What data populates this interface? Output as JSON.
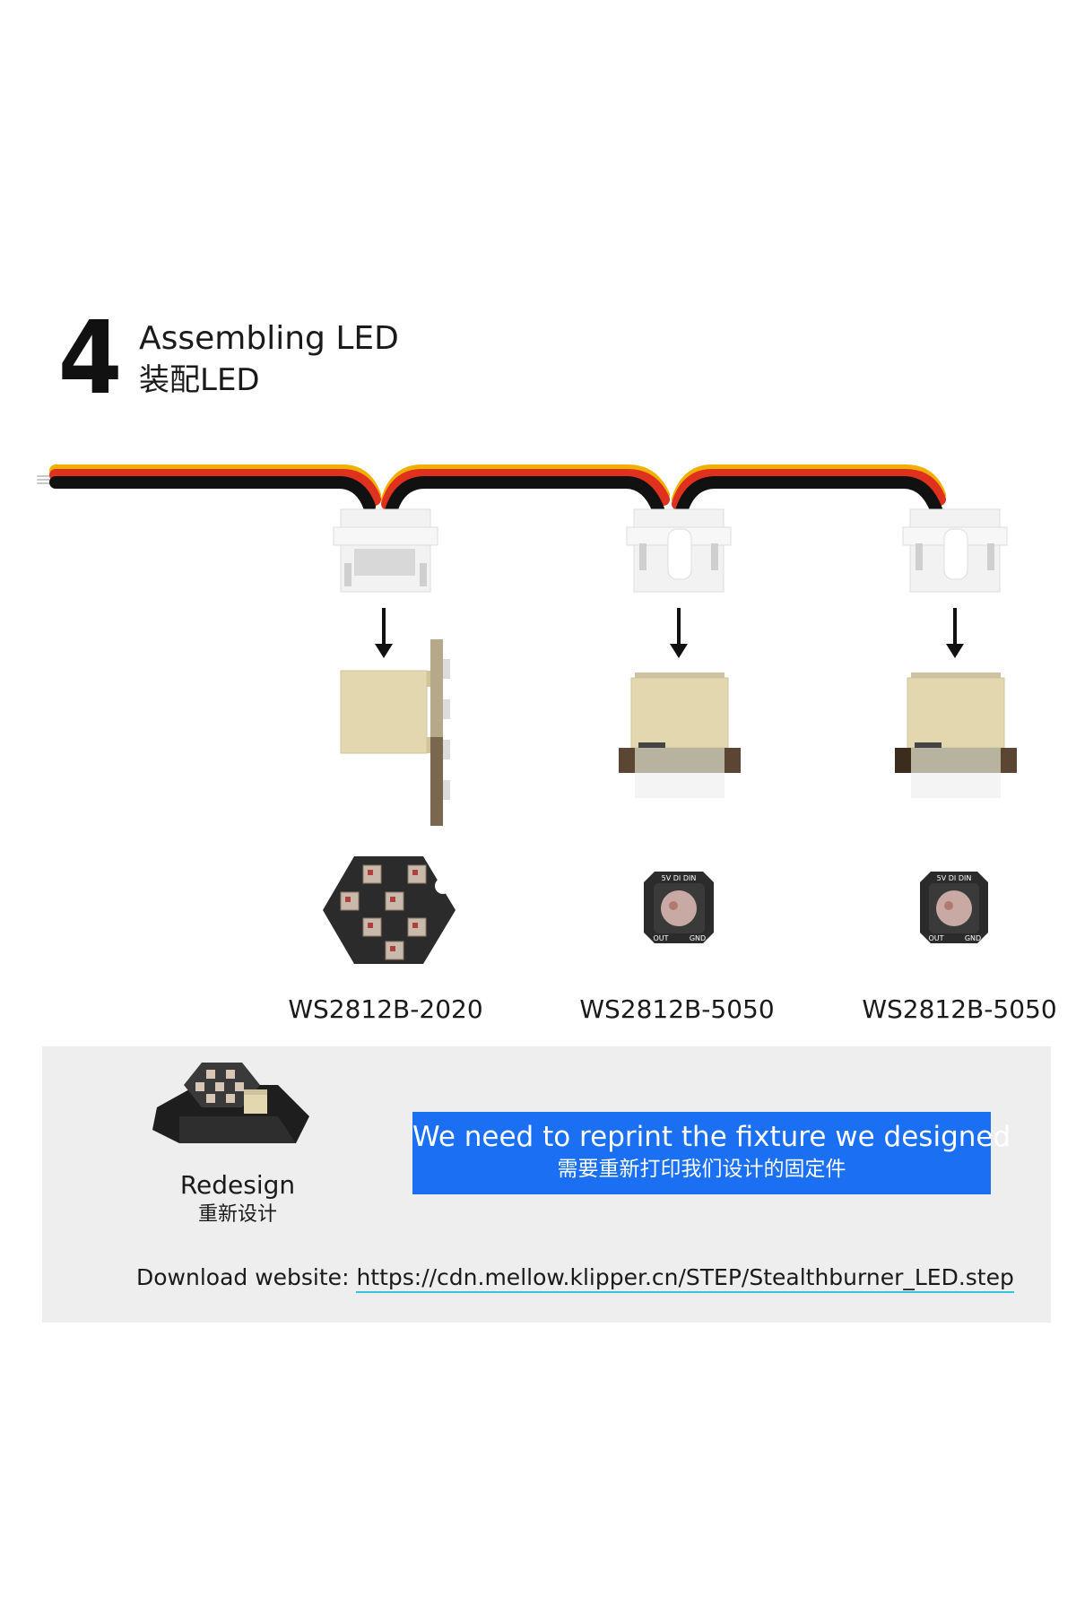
{
  "step": {
    "number": "4",
    "title_en": "Assembling LED",
    "title_zh": "装配LED"
  },
  "leds": [
    {
      "label": "WS2812B-2020"
    },
    {
      "label": "WS2812B-5050"
    },
    {
      "label": "WS2812B-5050"
    }
  ],
  "board_markings": {
    "top": "5V DI DIN",
    "bottom_left": "OUT",
    "bottom_right": "GND"
  },
  "redesign": {
    "label_en": "Redesign",
    "label_zh": "重新设计"
  },
  "notice": {
    "text_en": "We need to reprint the fixture we designed",
    "text_zh": "需要重新打印我们设计的固定件"
  },
  "download": {
    "label": "Download website: ",
    "url": "https://cdn.mellow.klipper.cn/STEP/Stealthburner_LED.step"
  },
  "colors": {
    "wire_black": "#111111",
    "wire_red": "#e0311f",
    "wire_yellow": "#f0b000",
    "connector_white": "#f2f2f2",
    "connector_cream": "#e3d7b0",
    "pcb_dark": "#2b2b2b",
    "notice_blue": "#1a6ff2",
    "panel_gray": "#eeeeee",
    "link_underline": "#35c5d9"
  },
  "icons": [
    "down-arrow-icon",
    "wire-harness",
    "jst-connector",
    "led-board-hexagon",
    "led-board-square",
    "3d-printed-fixture"
  ]
}
